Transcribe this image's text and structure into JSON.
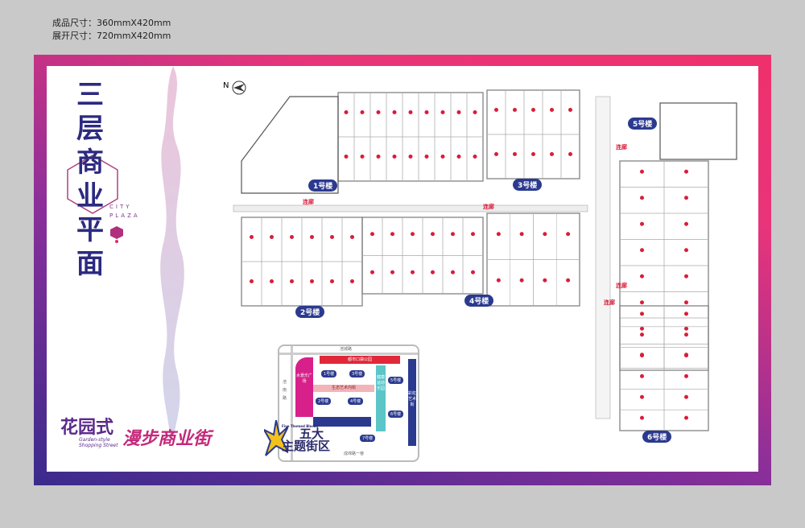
{
  "spec": {
    "finished_size": "成品尺寸：360mmX420mm",
    "unfolded_size": "展开尺寸：720mmX420mm"
  },
  "title": {
    "chars": [
      "三",
      "层",
      "商",
      "业",
      "平",
      "面"
    ],
    "subtitle_line1": "CITY",
    "subtitle_line2": "PLAZA"
  },
  "plan": {
    "north": "N",
    "buildings": [
      "1号楼",
      "2号楼",
      "3号楼",
      "4号楼",
      "5号楼",
      "6号楼"
    ],
    "bridge_label": "连廊"
  },
  "keymap": {
    "road_top": "涪城路",
    "road_left": "涪南路",
    "road_bottom": "成绵路一巷",
    "park": "都市口袋公园",
    "plaza": "水景乐广场",
    "inner_street": "生态艺术内街",
    "health_park": "健康运动乐园",
    "rainbow_street": "彩虹艺术街",
    "buildings": [
      "1号楼",
      "3号楼",
      "2号楼",
      "4号楼",
      "5号楼",
      "6号楼",
      "7号楼"
    ]
  },
  "theme_logo": {
    "small": "Five Themed Blocks",
    "main_1": "五大",
    "main_2": "主题街区"
  },
  "brand": {
    "part1": "花园式",
    "part2": "漫步商业街",
    "en_1": "Garden-style",
    "en_2": "Shopping Street"
  },
  "colors": {
    "navy": "#2b3a8f",
    "pink": "#e8347a",
    "red": "#d81e3a",
    "purple": "#5a2a8c"
  }
}
